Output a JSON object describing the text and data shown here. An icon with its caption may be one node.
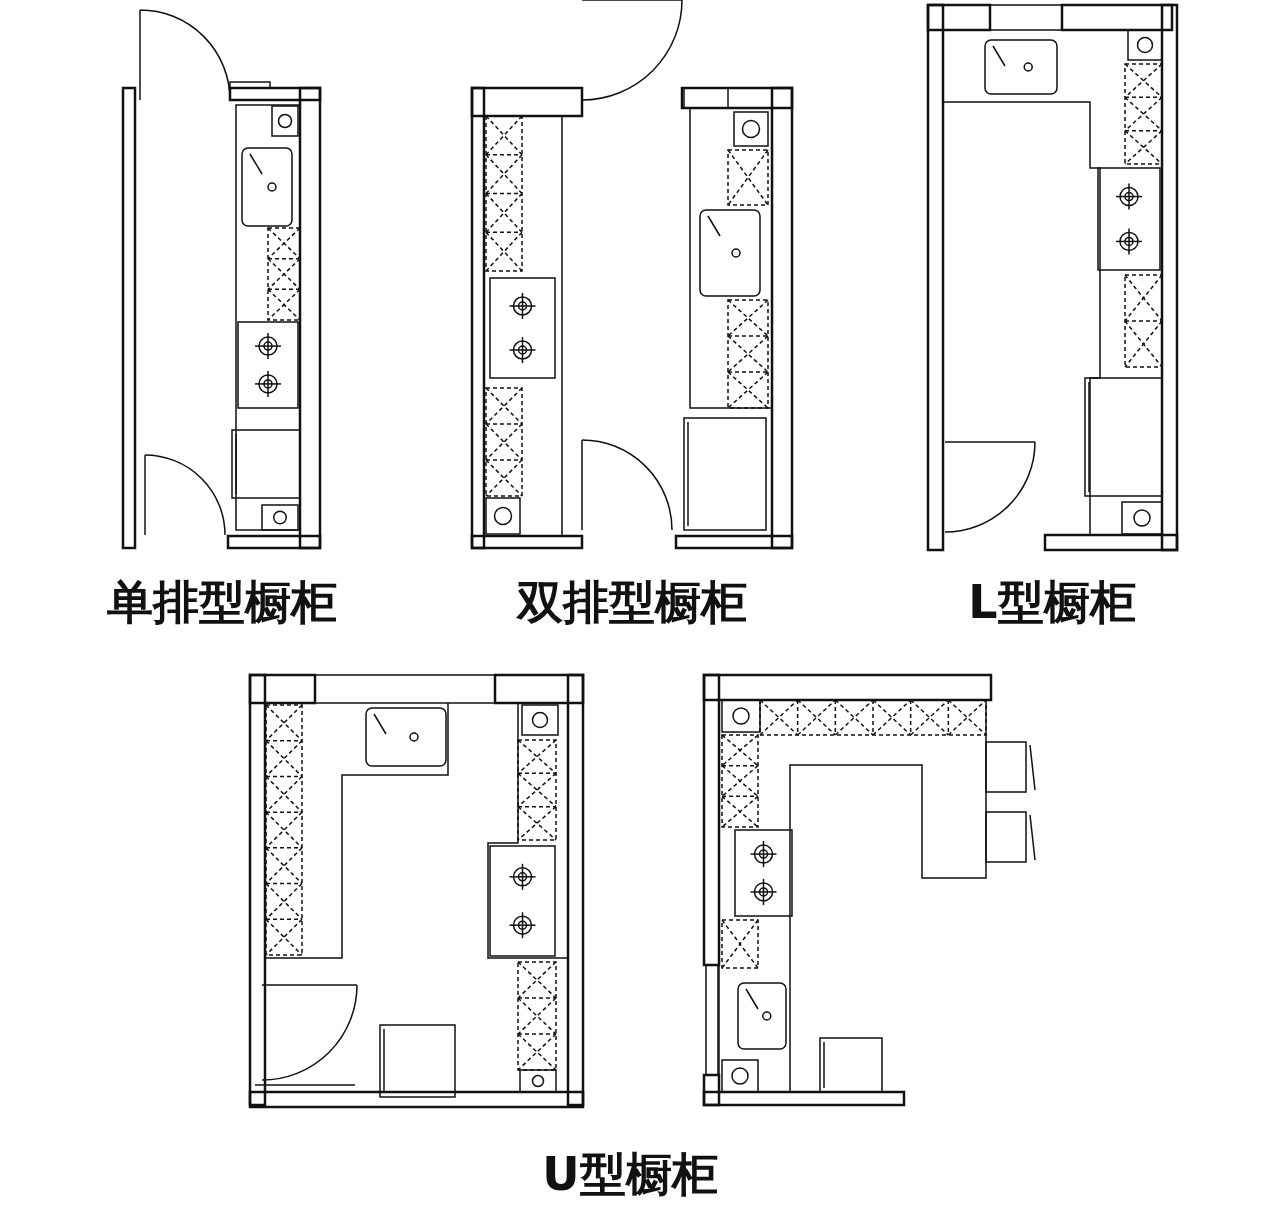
{
  "diagram": {
    "labels": [
      "单排型橱柜",
      "双排型橱柜",
      "L型橱柜",
      "U型橱柜"
    ]
  }
}
